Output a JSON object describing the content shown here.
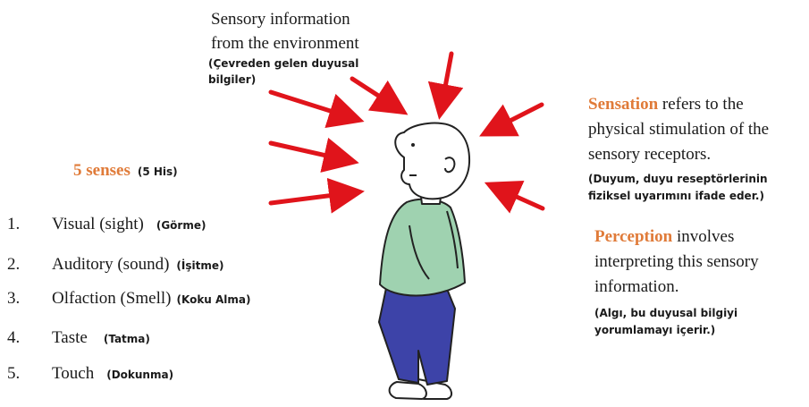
{
  "environment": {
    "line1": "Sensory  information",
    "line2": "from the environment",
    "tr_line1": "(Çevreden gelen duyusal",
    "tr_line2": "bilgiler)"
  },
  "senses": {
    "title": "5 senses",
    "title_tr": "(5 His)",
    "items": [
      {
        "num": "1.",
        "label": "Visual (sight)",
        "tr": "(Görme)"
      },
      {
        "num": "2.",
        "label": "Auditory (sound)",
        "tr": "(İşitme)"
      },
      {
        "num": "3.",
        "label": "Olfaction (Smell)",
        "tr": "(Koku Alma)"
      },
      {
        "num": "4.",
        "label": "Taste",
        "tr": "(Tatma)"
      },
      {
        "num": "5.",
        "label": "Touch",
        "tr": "(Dokunma)"
      }
    ]
  },
  "sensation": {
    "term": "Sensation",
    "line1_rest": " refers to the",
    "line2": "physical  stimulation of the",
    "line3": "sensory  receptors.",
    "tr_line1": "(Duyum, duyu reseptörlerinin",
    "tr_line2": "fiziksel uyarımını ifade eder.)"
  },
  "perception": {
    "term": "Perception",
    "line1_rest": " involves",
    "line2": "interpreting this sensory",
    "line3": "information.",
    "tr_line1": "(Algı, bu duyusal bilgiyi",
    "tr_line2": "yorumlamayı içerir.)"
  },
  "colors": {
    "accent": "#e07b39",
    "arrow": "#e0141b",
    "shirt": "#9fd2b0",
    "pants": "#3d43a8"
  },
  "icons": {
    "figure": "person-illustration",
    "arrows": "stimulus-arrow"
  }
}
